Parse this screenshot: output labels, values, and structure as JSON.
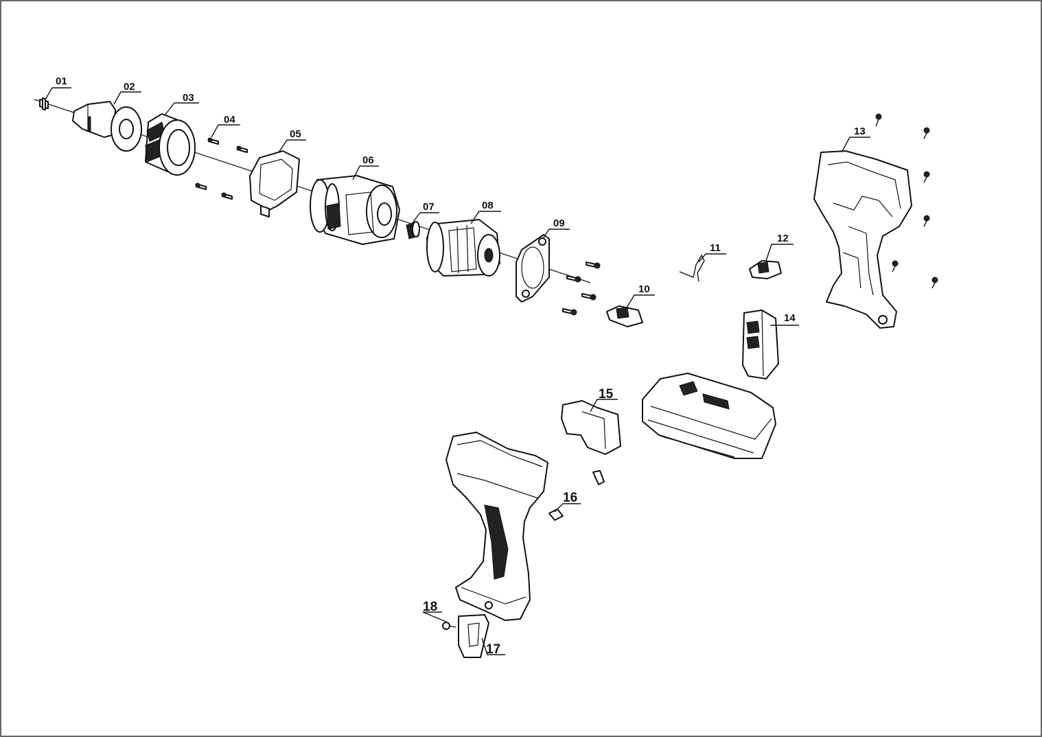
{
  "diagram": {
    "type": "exploded-parts-view",
    "parts": [
      {
        "id": "01",
        "label": "01",
        "icon": "chuck-screw-icon"
      },
      {
        "id": "02",
        "label": "02",
        "icon": "drill-chuck-icon"
      },
      {
        "id": "03",
        "label": "03",
        "icon": "torque-ring-icon"
      },
      {
        "id": "04",
        "label": "04",
        "icon": "screw-icon"
      },
      {
        "id": "05",
        "label": "05",
        "icon": "gearbox-cover-icon"
      },
      {
        "id": "06",
        "label": "06",
        "icon": "gearbox-icon"
      },
      {
        "id": "07",
        "label": "07",
        "icon": "pinion-gear-icon"
      },
      {
        "id": "08",
        "label": "08",
        "icon": "motor-icon"
      },
      {
        "id": "09",
        "label": "09",
        "icon": "motor-plate-icon"
      },
      {
        "id": "10",
        "label": "10",
        "icon": "direction-switch-icon"
      },
      {
        "id": "11",
        "label": "11",
        "icon": "spring-icon"
      },
      {
        "id": "12",
        "label": "12",
        "icon": "gear-selector-icon"
      },
      {
        "id": "13",
        "label": "13",
        "icon": "housing-half-icon"
      },
      {
        "id": "14",
        "label": "14",
        "icon": "battery-terminal-icon"
      },
      {
        "id": "15",
        "label": "15",
        "icon": "trigger-switch-icon"
      },
      {
        "id": "16",
        "label": "16",
        "icon": "led-lamp-icon"
      },
      {
        "id": "17",
        "label": "17",
        "icon": "belt-clip-icon"
      },
      {
        "id": "18",
        "label": "18",
        "icon": "clip-screw-icon"
      }
    ],
    "extra": {
      "battery": {
        "icon": "battery-pack-icon"
      },
      "housing_other_half": {
        "icon": "housing-half-icon"
      }
    }
  }
}
